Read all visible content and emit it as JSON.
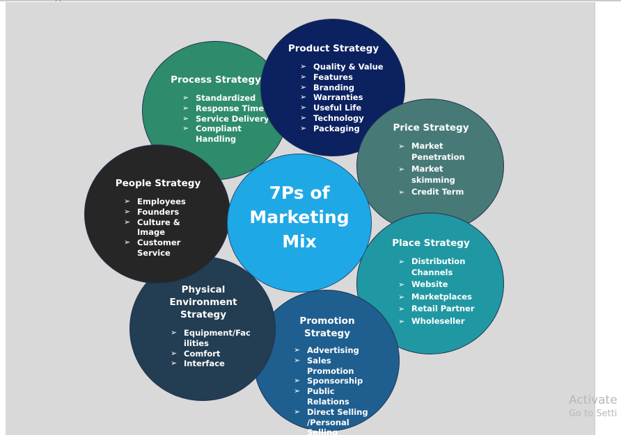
{
  "diagram": {
    "center": {
      "title_lines": [
        "7Ps of",
        "Marketing",
        "Mix"
      ]
    },
    "product": {
      "title_lines": [
        "Product Strategy"
      ],
      "items": [
        "Quality & Value",
        "Features",
        "Branding",
        "Warranties",
        "Useful Life",
        "Technology",
        "Packaging"
      ]
    },
    "process": {
      "title_lines": [
        "Process Strategy"
      ],
      "items": [
        "Standardized",
        "Response Time",
        "Service Delivery",
        "Compliant Handling"
      ]
    },
    "price": {
      "title_lines": [
        "Price Strategy"
      ],
      "items": [
        "Market Penetration",
        "Market skimming",
        "Credit Term"
      ]
    },
    "people": {
      "title_lines": [
        "People Strategy"
      ],
      "items": [
        "Employees",
        "Founders",
        "Culture & Image",
        "Customer Service"
      ]
    },
    "place": {
      "title_lines": [
        "Place Strategy"
      ],
      "items": [
        "Distribution Channels",
        "Website",
        "Marketplaces",
        "Retail Partner",
        "Wholeseller"
      ]
    },
    "physical": {
      "title_lines": [
        "Physical",
        "Environment",
        "Strategy"
      ],
      "items": [
        "Equipment/Facilities",
        "Comfort",
        "Interface"
      ]
    },
    "promotion": {
      "title_lines": [
        "Promotion",
        "Strategy"
      ],
      "items": [
        "Advertising",
        "Sales Promotion",
        "Sponsorship",
        "Public Relations",
        "Direct Selling /Personal Selling"
      ]
    }
  },
  "colors": {
    "canvas": "#d9d9d9",
    "product": "#0b2160",
    "process": "#2e8b6c",
    "price": "#477a77",
    "people": "#262626",
    "place": "#2098a3",
    "physical": "#233d52",
    "promotion": "#1f5f8f",
    "center": "#1fa8e6"
  },
  "bullet_glyph": "➢",
  "watermark": {
    "line1": "Activate",
    "line2": "Go to Setti"
  }
}
